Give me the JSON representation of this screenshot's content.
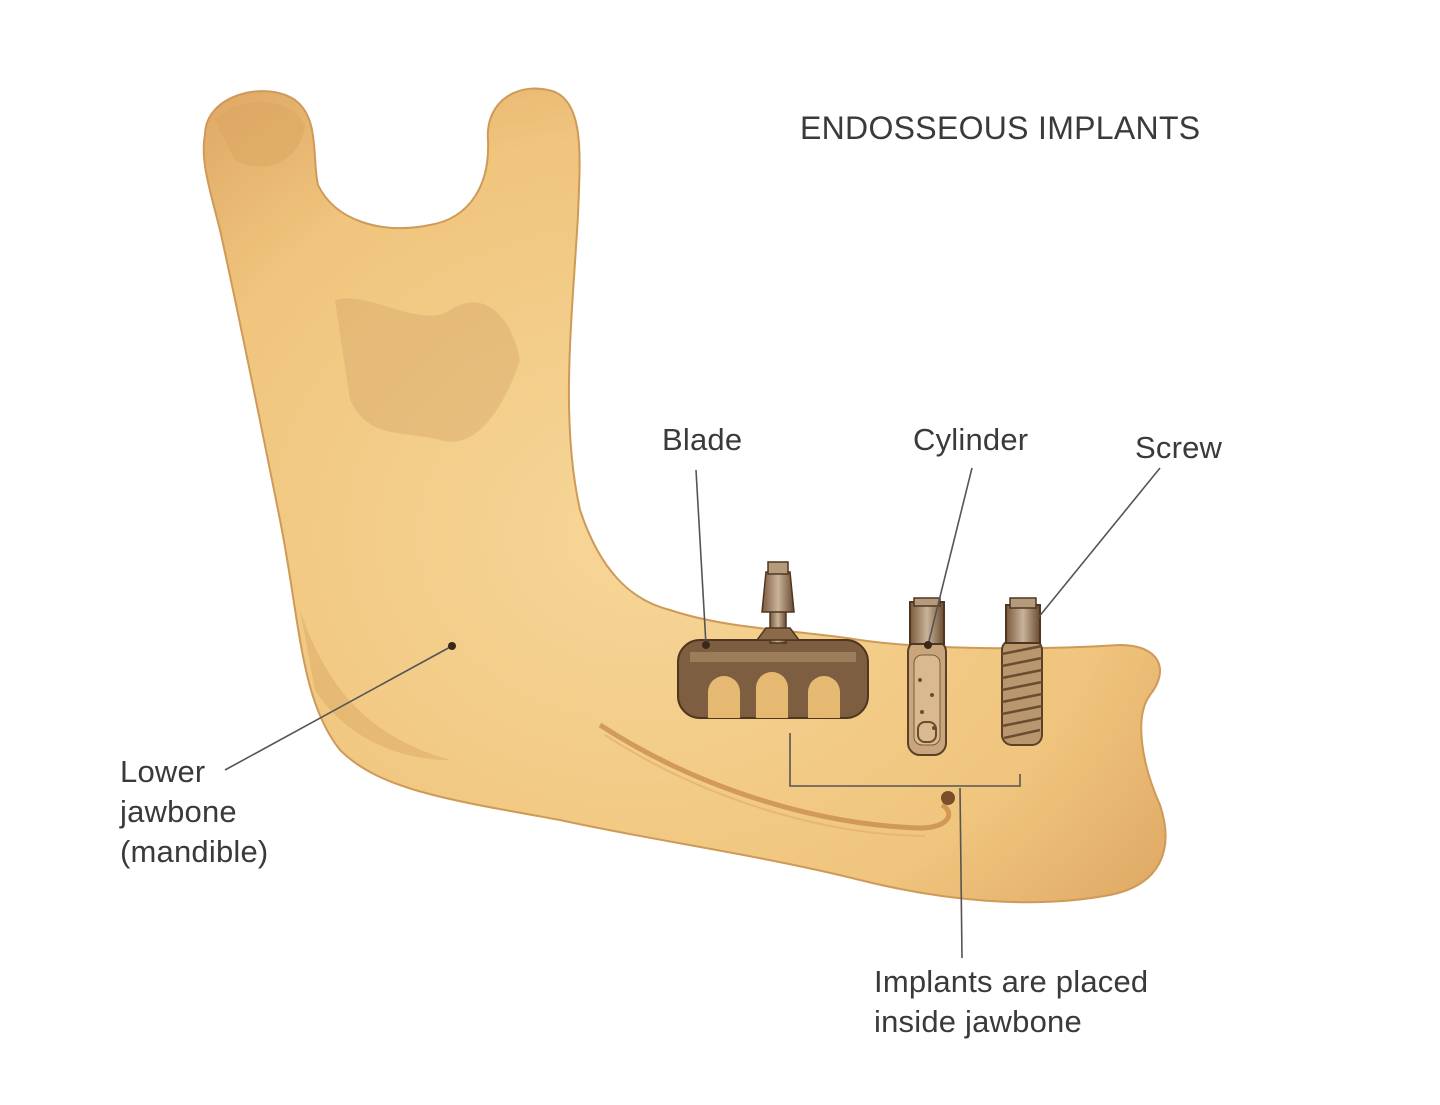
{
  "diagram": {
    "title": "ENDOSSEOUS IMPLANTS",
    "labels": {
      "blade": "Blade",
      "cylinder": "Cylinder",
      "screw": "Screw",
      "lower_jawbone": "Lower\njawbone\n(mandible)",
      "implants_note": "Implants are placed\ninside jawbone"
    },
    "colors": {
      "bone_fill": "#f1c883",
      "bone_shadow": "#d7a25c",
      "bone_outline": "#c8914f",
      "implant_metal": "#8a6a48",
      "implant_dark": "#5c4128",
      "leader_line": "#555555",
      "text": "#3a3a3a"
    }
  }
}
